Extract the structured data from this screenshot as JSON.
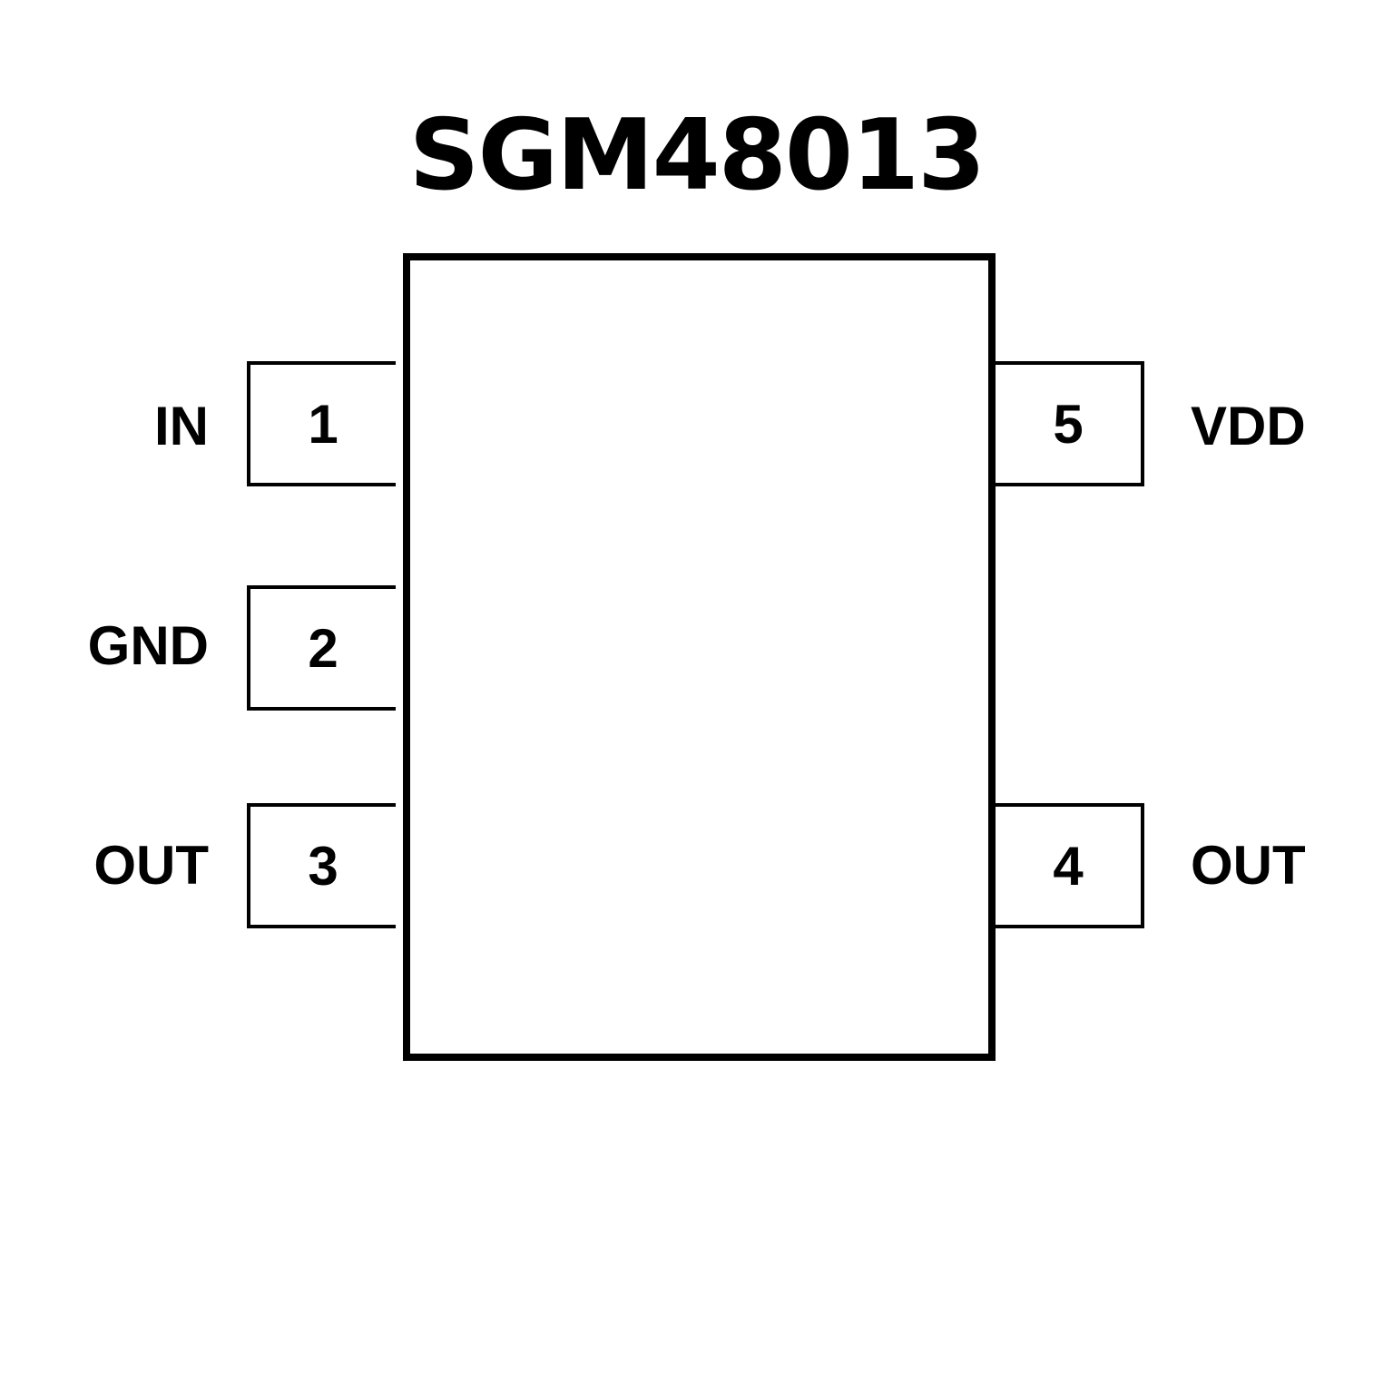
{
  "title": "SGM48013",
  "pins": {
    "p1": {
      "number": "1",
      "label": "IN"
    },
    "p2": {
      "number": "2",
      "label": "GND"
    },
    "p3": {
      "number": "3",
      "label": "OUT"
    },
    "p4": {
      "number": "4",
      "label": "OUT"
    },
    "p5": {
      "number": "5",
      "label": "VDD"
    }
  }
}
